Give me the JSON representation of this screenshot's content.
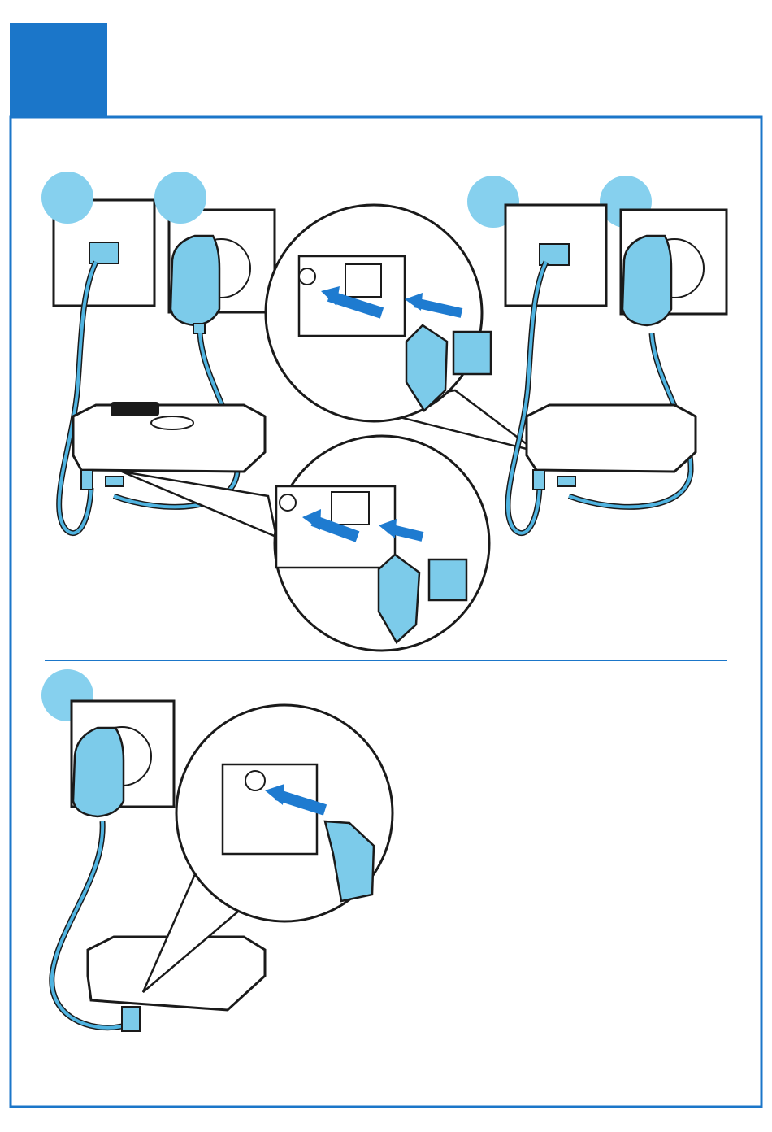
{
  "colors": {
    "accent": "#1b76c9",
    "device_fill": "#7ccbea",
    "cable": "#4fb3e0",
    "arrow": "#1e7bd0",
    "outline": "#1a1a1a",
    "badge": "#86d0ee"
  },
  "figure": {
    "title_tab_text": "",
    "panels": [
      {
        "name": "connect-base-station",
        "steps": [
          {
            "id": "step-badge-1",
            "label": ""
          },
          {
            "id": "step-badge-2",
            "label": ""
          },
          {
            "id": "step-badge-3",
            "label": ""
          },
          {
            "id": "step-badge-4",
            "label": ""
          }
        ]
      },
      {
        "name": "connect-charger",
        "steps": [
          {
            "id": "step-badge-5",
            "label": ""
          }
        ]
      }
    ],
    "icons": [
      "phone-wall-socket-icon",
      "power-wall-socket-icon",
      "power-adapter-icon",
      "phone-line-plug-icon",
      "dc-power-plug-icon",
      "base-station-icon",
      "charger-icon",
      "magnifier-callout-icon",
      "insert-arrow-icon"
    ]
  }
}
